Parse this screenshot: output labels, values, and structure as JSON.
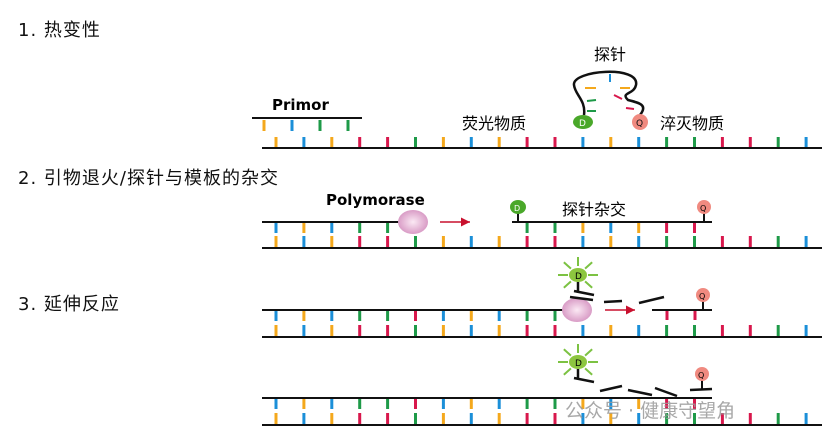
{
  "steps": [
    {
      "label": "1.  热变性"
    },
    {
      "label": "2.  引物退火/探针与模板的杂交"
    },
    {
      "label": "3.  延伸反应"
    }
  ],
  "labels": {
    "primer": "Primor",
    "probe": "探针",
    "fluorophore": "荧光物质",
    "quencher": "淬灭物质",
    "polymerase": "Polymorase",
    "probe_hybridization": "探针杂交",
    "reporter_letter": "D",
    "quencher_letter": "Q"
  },
  "watermark": "公众号 · 健康守望角",
  "colors": {
    "o": "#f4a81c",
    "b": "#1b8fd8",
    "g": "#1e9a48",
    "r": "#d8174c",
    "strand": "#111111",
    "arrow": "#c8102e",
    "reporter": "#4aa82a",
    "quencher": "#f08a80",
    "polymerase": "#e7b4d6"
  },
  "template_strand": [
    "o",
    "b",
    "o",
    "r",
    "r",
    "g",
    "o",
    "b",
    "o",
    "r",
    "r",
    "b",
    "o",
    "b",
    "g",
    "g",
    "r",
    "r",
    "g",
    "b"
  ],
  "primer_bases": [
    "o",
    "b",
    "g",
    "g"
  ]
}
